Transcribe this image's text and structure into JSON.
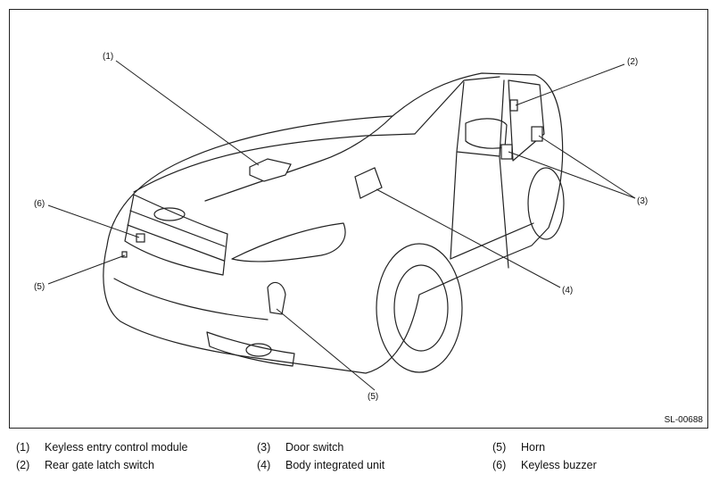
{
  "diagram": {
    "callouts": [
      "(1)",
      "(2)",
      "(3)",
      "(3)",
      "(4)",
      "(5)",
      "(5)",
      "(6)"
    ],
    "figure_code": "SL-00688"
  },
  "legend": [
    {
      "num": "(1)",
      "label": "Keyless entry control module"
    },
    {
      "num": "(2)",
      "label": "Rear gate latch switch"
    },
    {
      "num": "(3)",
      "label": "Door switch"
    },
    {
      "num": "(4)",
      "label": "Body integrated unit"
    },
    {
      "num": "(5)",
      "label": "Horn"
    },
    {
      "num": "(6)",
      "label": "Keyless buzzer"
    }
  ]
}
